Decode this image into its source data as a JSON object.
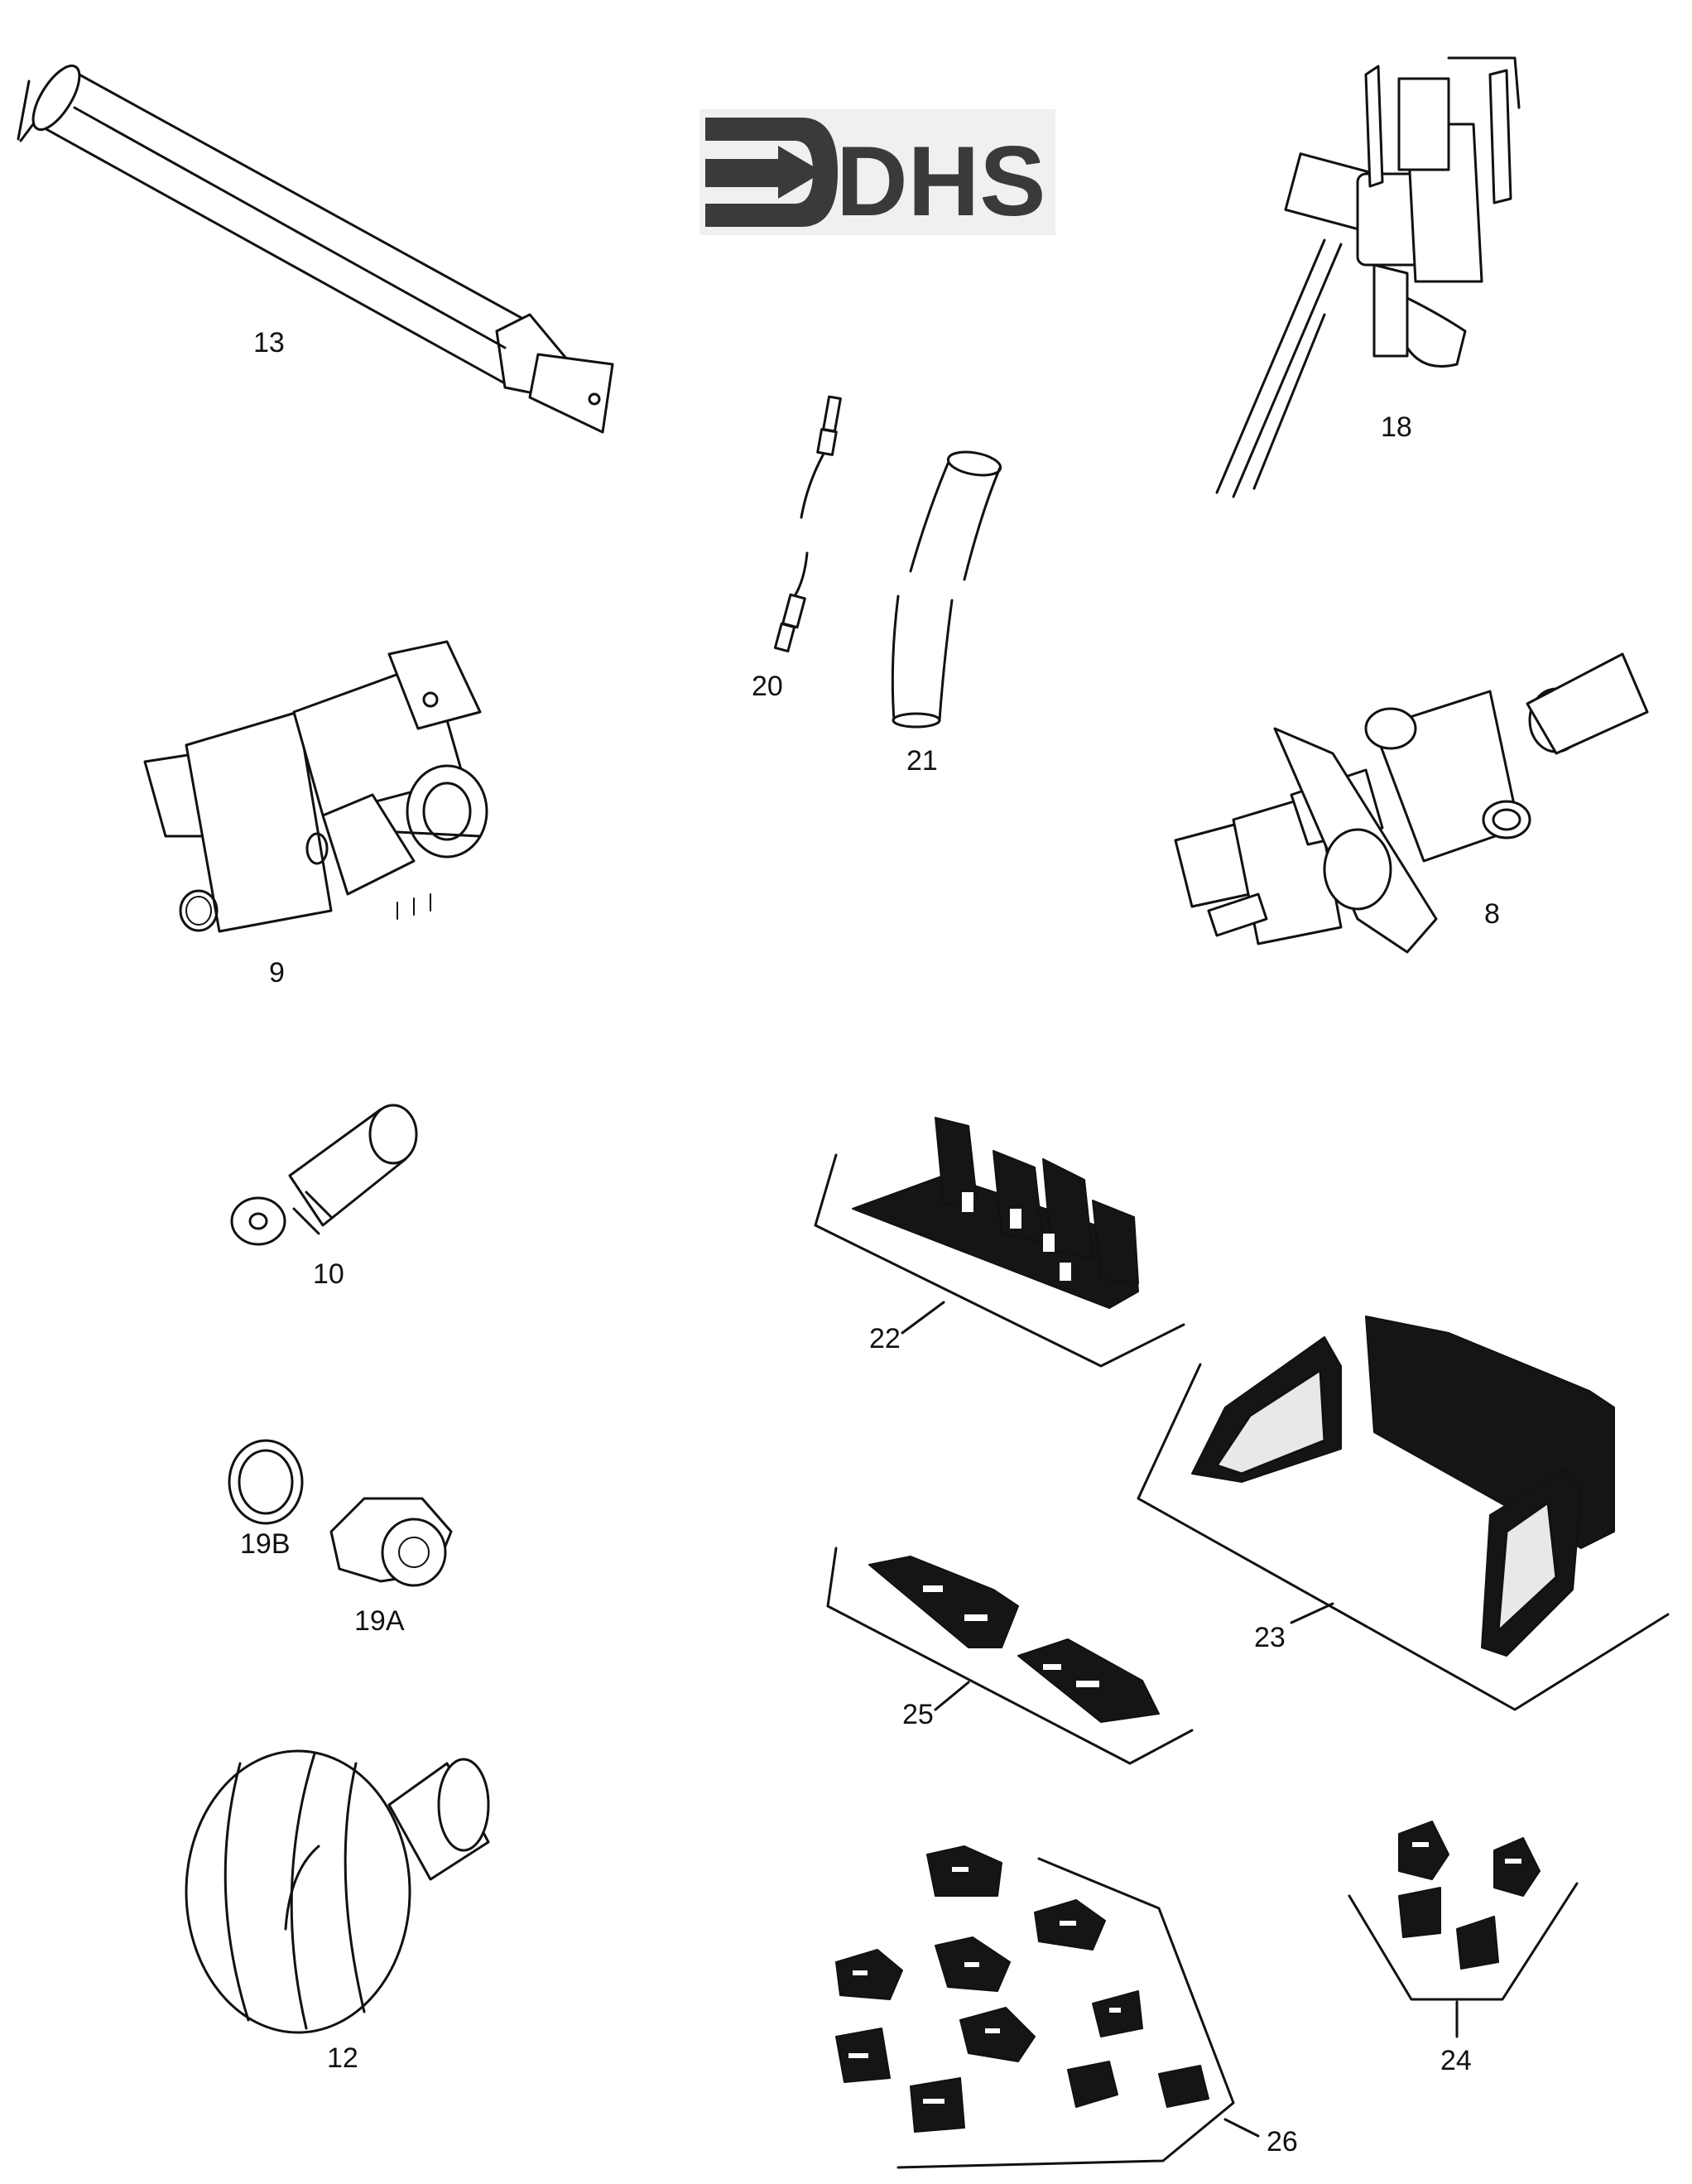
{
  "logo": {
    "text": "DHS",
    "accent": "#3a3a3a"
  },
  "labels": {
    "p13": "13",
    "p18": "18",
    "p20": "20",
    "p21": "21",
    "p9": "9",
    "p8": "8",
    "p10": "10",
    "p22": "22",
    "p23": "23",
    "p19B": "19B",
    "p19A": "19A",
    "p25": "25",
    "p12": "12",
    "p24": "24",
    "p26": "26"
  }
}
